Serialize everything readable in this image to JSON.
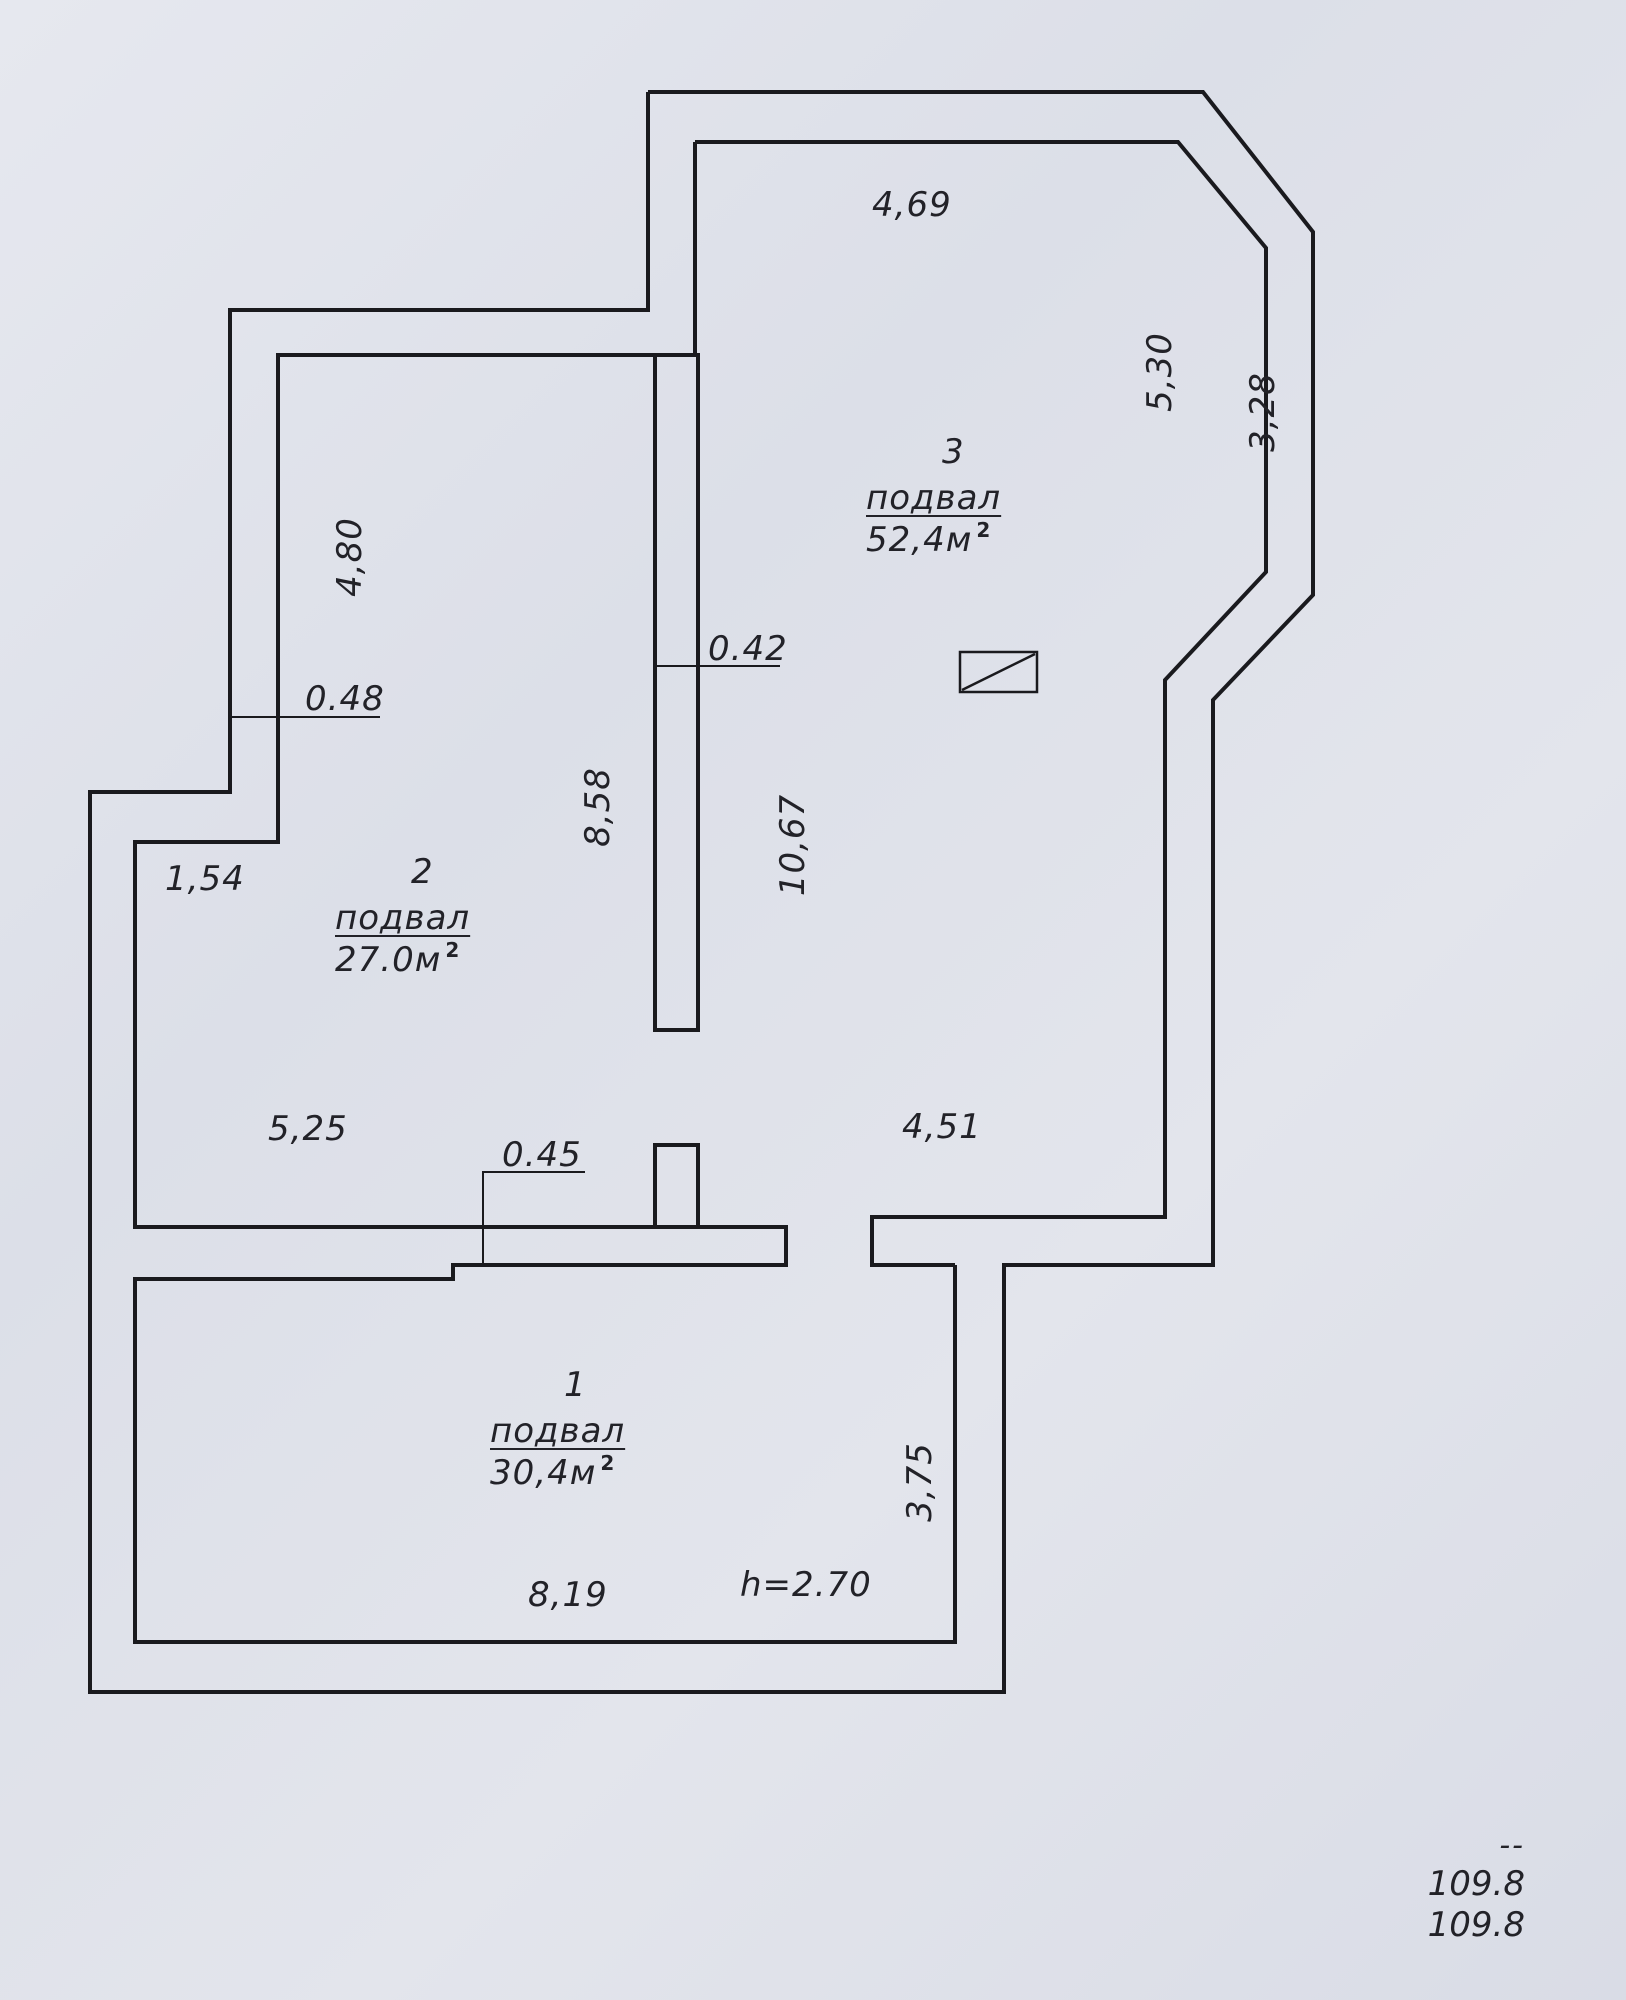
{
  "rooms": [
    {
      "number": "1",
      "name": "подвал",
      "area": "30,4м",
      "area_unit_sup": "2"
    },
    {
      "number": "2",
      "name": "подвал",
      "area": "27.0м",
      "area_unit_sup": "2"
    },
    {
      "number": "3",
      "name": "подвал",
      "area": "52,4м",
      "area_unit_sup": "2"
    }
  ],
  "dimensions": {
    "top_right": "4,69",
    "right_inner": "5,30",
    "right_wall": "3,28",
    "left_upper": "4,80",
    "wall_thickness_left": "0.48",
    "wall_thickness_partition": "0.42",
    "room2_height": "8,58",
    "room3_height": "10,67",
    "left_ledge": "1,54",
    "room2_width": "5,25",
    "wall_thickness_bottom": "0.45",
    "room3_width": "4,51",
    "room1_height": "3,75",
    "room1_width": "8,19",
    "ceiling_height": "h=2.70"
  },
  "totals": {
    "dash": "--",
    "total_area": "109.8",
    "living_area": "109.8"
  },
  "colors": {
    "line": "#1a1a1e",
    "paper": "#e2e4eb"
  }
}
